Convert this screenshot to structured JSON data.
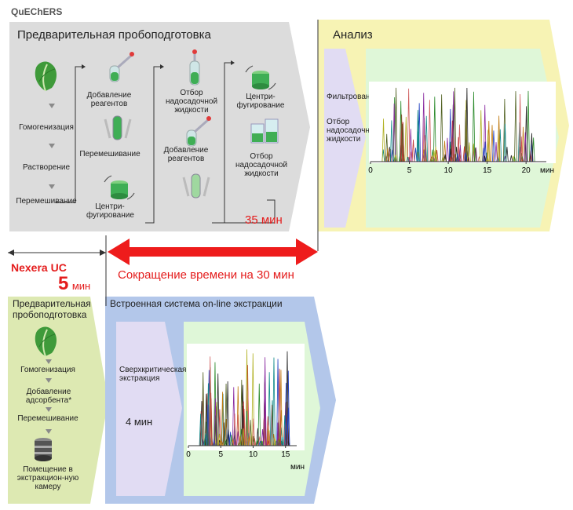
{
  "quechers": {
    "label": "QuEChERS",
    "prep_title": "Предварительная пробоподготовка",
    "analysis_title": "Анализ",
    "time": "35 мин",
    "col1": [
      "Гомогенизация",
      "Растворение",
      "Перемешивание"
    ],
    "col2": {
      "add_reagents": "Добавление реагентов",
      "mixing": "Перемешивание",
      "centrifuge": "Центри-фугирование"
    },
    "col3": {
      "supernatant": "Отбор надосадочной жидкости",
      "add_reagents": "Добавление реагентов"
    },
    "col4": {
      "centrifuge": "Центри-фугирование",
      "supernatant": "Отбор надосадочной жидкости"
    },
    "filtration": "Фильтрование",
    "supernatant_analysis": "Отбор надосадочной жидкости",
    "chrom_unit": "мин",
    "chrom_ticks": [
      "0",
      "5",
      "10",
      "15",
      "20"
    ]
  },
  "reduction": {
    "text": "Сокращение времени на 30 мин",
    "arrow_color": "#ee1c1c"
  },
  "nexera": {
    "label": "Nexera UC",
    "time_value": "5",
    "time_unit": "мин",
    "prep_title": "Предварительная пробоподготовка",
    "online_title": "Встроенная система on-line экстракции",
    "steps": [
      "Гомогенизация",
      "Добавление адсорбента*",
      "Перемешивание",
      "Помещение в экстракцион-ную камеру"
    ],
    "sfe": "Сверхкритическая экстракция",
    "sfe_time": "4 мин",
    "chrom_unit": "мин",
    "chrom_ticks": [
      "0",
      "5",
      "10",
      "15"
    ]
  },
  "colors": {
    "gray_panel": "#dcdcdc",
    "yellow_panel": "#f7f3b4",
    "green_panel": "#d9ead0",
    "blue_panel": "#b3c7ea",
    "lavender": "#e1dcf3",
    "chrom_bg": "#dff7d8",
    "red": "#e41c1c"
  }
}
